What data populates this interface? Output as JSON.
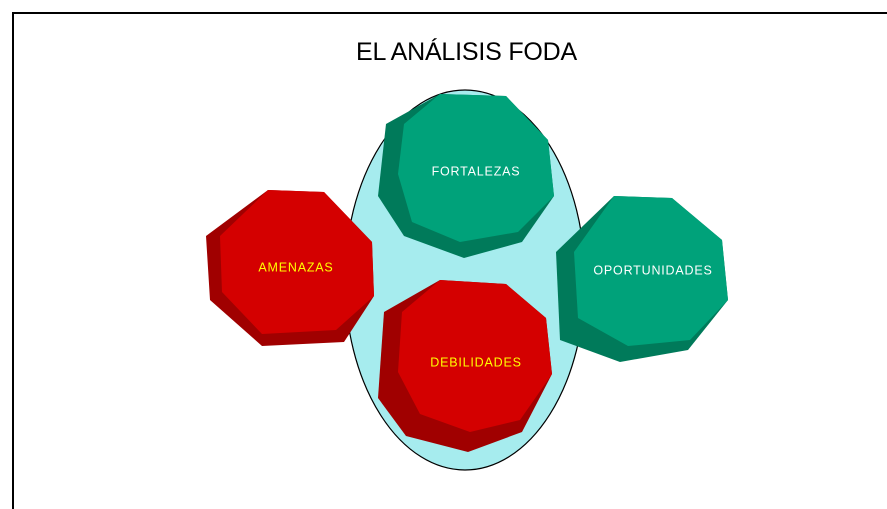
{
  "title": "EL ANÁLISIS FODA",
  "colors": {
    "ellipse_fill": "#a6ecee",
    "strength_face": "#00a27a",
    "strength_side": "#007a5a",
    "threat_face": "#d40000",
    "threat_side": "#a00000",
    "label_light": "#ffffff",
    "label_warm": "#ffff00"
  },
  "nodes": {
    "fortalezas": {
      "label": "FORTALEZAS"
    },
    "oportunidades": {
      "label": "OPORTUNIDADES"
    },
    "amenazas": {
      "label": "AMENAZAS"
    },
    "debilidades": {
      "label": "DEBILIDADES"
    }
  }
}
